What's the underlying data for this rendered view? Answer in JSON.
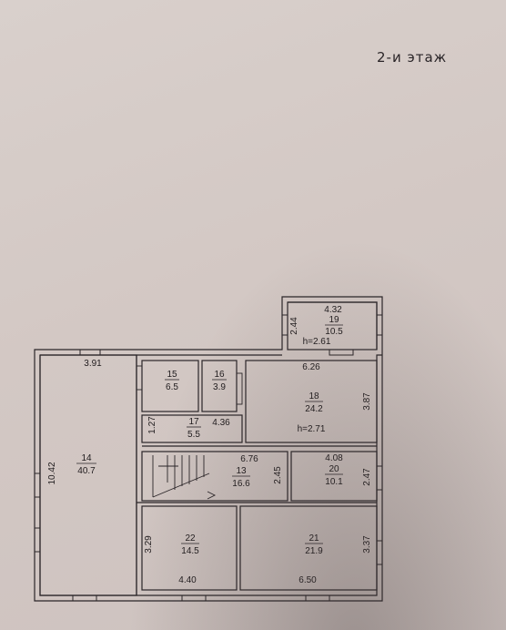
{
  "page_title": "2-и этаж",
  "rooms": [
    {
      "id": "room-14",
      "num": "14",
      "area": "40.7"
    },
    {
      "id": "room-15",
      "num": "15",
      "area": "6.5"
    },
    {
      "id": "room-16",
      "num": "16",
      "area": "3.9"
    },
    {
      "id": "room-17",
      "num": "17",
      "area": "5.5"
    },
    {
      "id": "room-18",
      "num": "18",
      "area": "24.2"
    },
    {
      "id": "room-19",
      "num": "19",
      "area": "10.5"
    },
    {
      "id": "room-13",
      "num": "13",
      "area": "16.6"
    },
    {
      "id": "room-20",
      "num": "20",
      "area": "10.1"
    },
    {
      "id": "room-21",
      "num": "21",
      "area": "21.9"
    },
    {
      "id": "room-22",
      "num": "22",
      "area": "14.5"
    }
  ],
  "dimensions": {
    "d_432": "4.32",
    "d_244": "2.44",
    "d_391": "3.91",
    "d_626": "6.26",
    "d_387": "3.87",
    "d_127": "1.27",
    "d_436": "4.36",
    "d_1042": "10.42",
    "d_676": "6.76",
    "d_408": "4.08",
    "d_245": "2.45",
    "d_247": "2.47",
    "d_329": "3.29",
    "d_337": "3.37",
    "d_440": "4.40",
    "d_650": "6.50"
  },
  "heights": {
    "h_19": "h=2.61",
    "h_18": "h=2.71"
  },
  "colors": {
    "paper": "#d6ccc8",
    "line": "#2a2528"
  }
}
